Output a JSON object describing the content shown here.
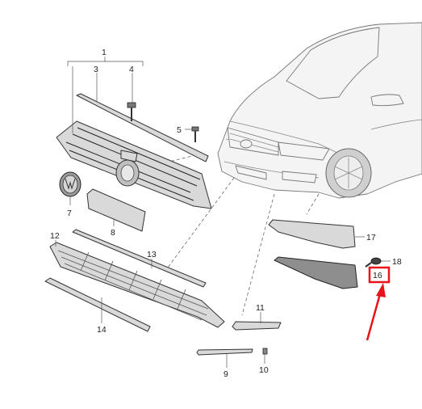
{
  "callouts": {
    "c1": "1",
    "c3": "3",
    "c4": "4",
    "c5": "5",
    "c7": "7",
    "c8": "8",
    "c9": "9",
    "c10": "10",
    "c11": "11",
    "c12": "12",
    "c13": "13",
    "c14": "14",
    "c16": "16",
    "c17": "17",
    "c18": "18"
  },
  "highlight": {
    "target_callout": "16",
    "color": "#e8141b"
  }
}
